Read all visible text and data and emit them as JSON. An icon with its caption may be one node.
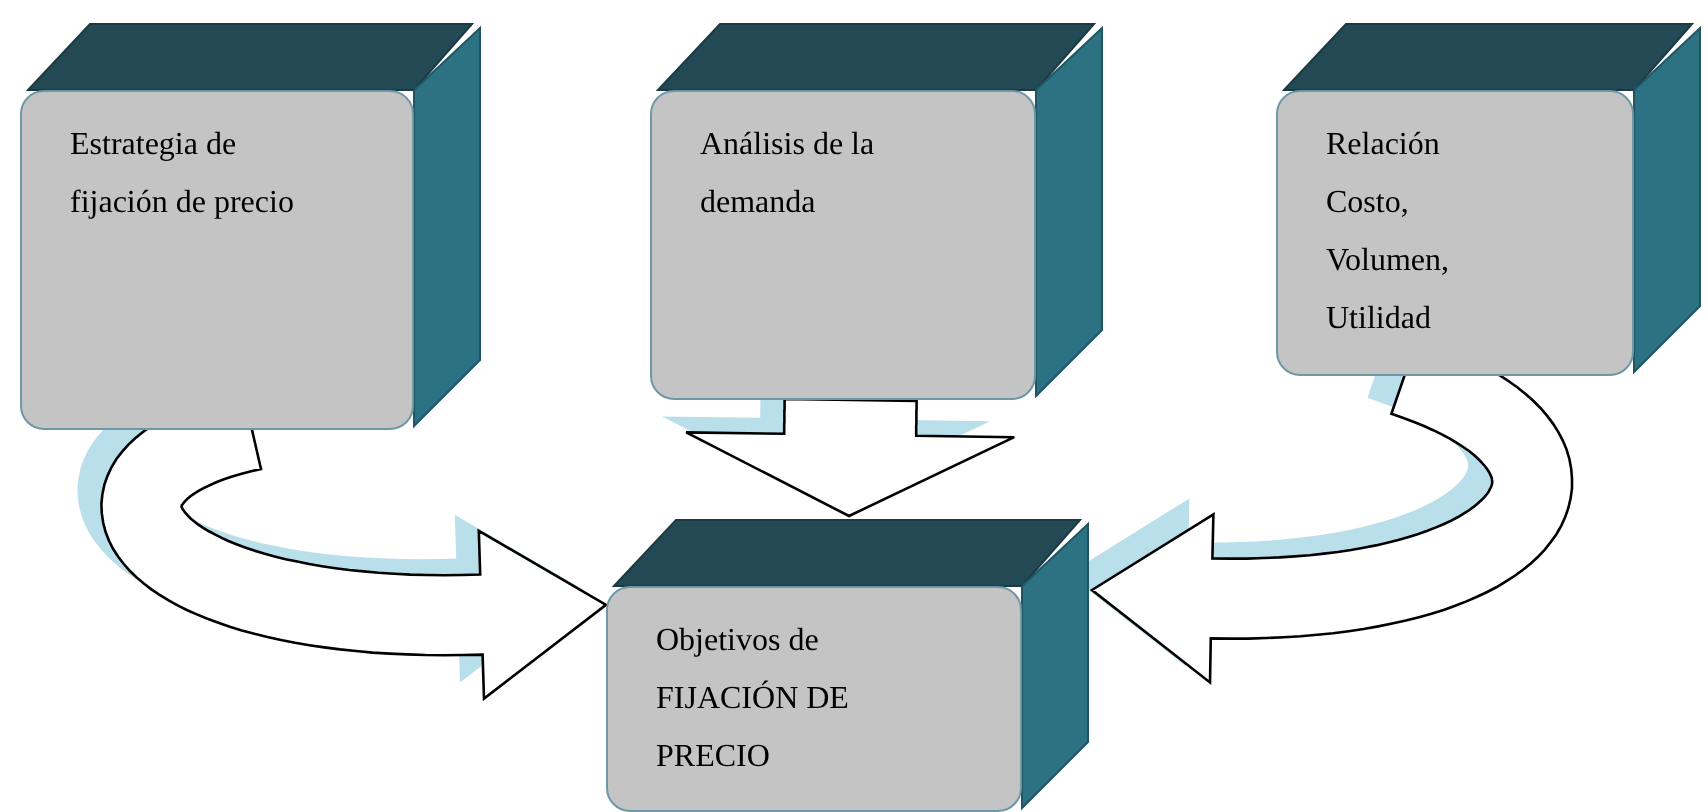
{
  "diagram": {
    "nodes": [
      {
        "text": [
          "Estrategia de fijación de precio"
        ]
      },
      {
        "text": [
          "Análisis de la demanda"
        ]
      },
      {
        "text": [
          "Relación Costo, Volumen, Utilidad"
        ]
      },
      {
        "text": [
          "Objetivos de FIJACIÓN DE PRECIO"
        ]
      }
    ],
    "edges": [
      {
        "from": 0,
        "to": 3,
        "arrow": "to"
      },
      {
        "from": 1,
        "to": 3,
        "arrow": "to"
      },
      {
        "from": 2,
        "to": 3,
        "arrow": "to"
      }
    ]
  }
}
